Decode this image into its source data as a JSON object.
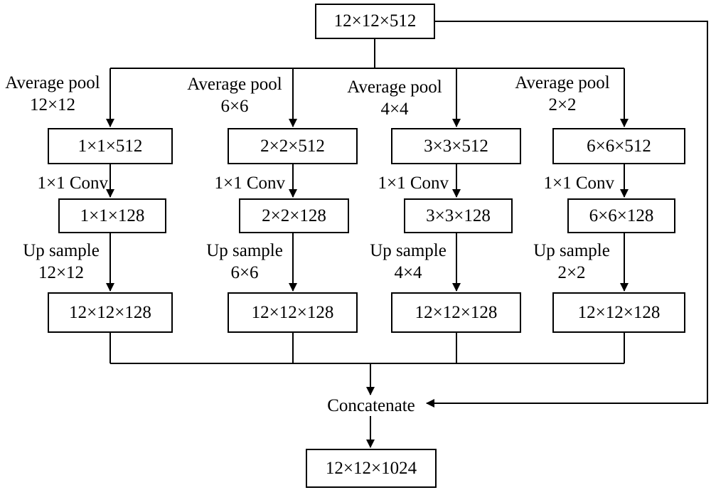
{
  "input_box": "12×12×512",
  "branches": [
    {
      "pool_label": "Average pool",
      "pool_size": "12×12",
      "pooled": "1×1×512",
      "conv_label": "1×1 Conv",
      "conv_out": "1×1×128",
      "up_label": "Up sample",
      "up_size": "12×12",
      "upsampled": "12×12×128"
    },
    {
      "pool_label": "Average pool",
      "pool_size": "6×6",
      "pooled": "2×2×512",
      "conv_label": "1×1 Conv",
      "conv_out": "2×2×128",
      "up_label": "Up sample",
      "up_size": "6×6",
      "upsampled": "12×12×128"
    },
    {
      "pool_label": "Average pool",
      "pool_size": "4×4",
      "pooled": "3×3×512",
      "conv_label": "1×1 Conv",
      "conv_out": "3×3×128",
      "up_label": "Up sample",
      "up_size": "4×4",
      "upsampled": "12×12×128"
    },
    {
      "pool_label": "Average pool",
      "pool_size": "2×2",
      "pooled": "6×6×512",
      "conv_label": "1×1 Conv",
      "conv_out": "6×6×128",
      "up_label": "Up sample",
      "up_size": "2×2",
      "upsampled": "12×12×128"
    }
  ],
  "concat_label": "Concatenate",
  "output_box": "12×12×1024"
}
